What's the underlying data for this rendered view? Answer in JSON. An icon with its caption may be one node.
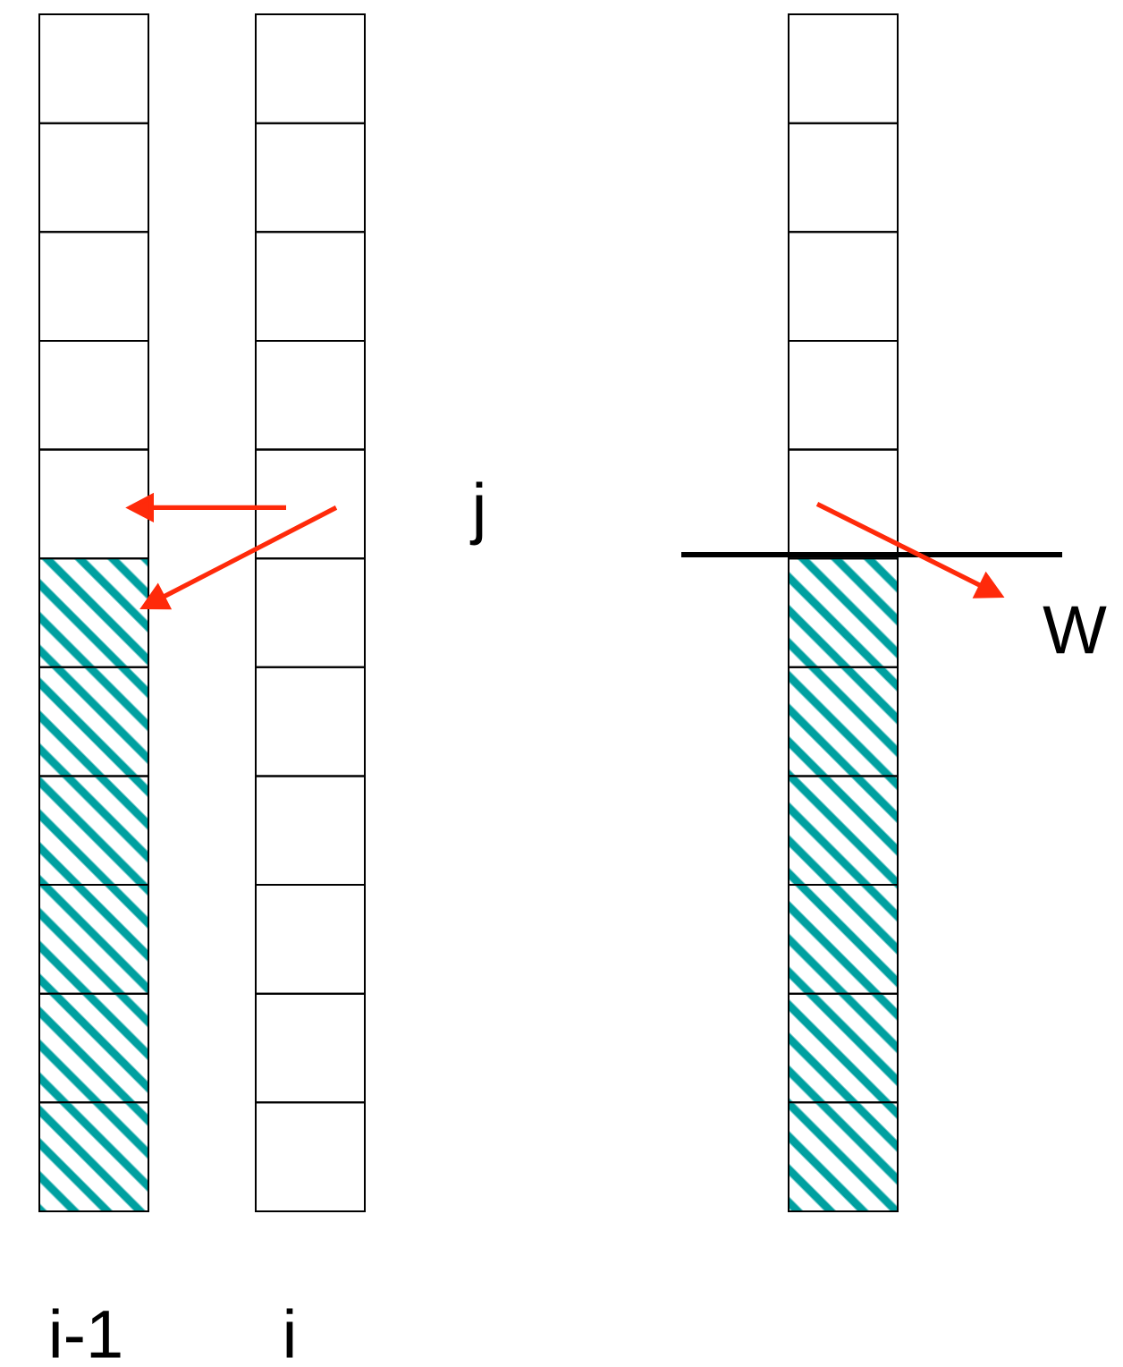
{
  "diagram": {
    "nodes": [
      {
        "text": [],
        "shape": "box"
      },
      {
        "text": [],
        "shape": "box"
      },
      {
        "text": [],
        "shape": "box"
      },
      {
        "text": [],
        "shape": "box"
      },
      {
        "text": [],
        "shape": "box"
      },
      {
        "text": [],
        "shape": "box"
      },
      {
        "text": [],
        "shape": "box"
      },
      {
        "text": [],
        "shape": "box"
      },
      {
        "text": [],
        "shape": "box"
      },
      {
        "text": [],
        "shape": "box"
      },
      {
        "text": [],
        "shape": "box"
      },
      {
        "text": [],
        "shape": "box"
      },
      {
        "text": [],
        "shape": "box"
      },
      {
        "text": [],
        "shape": "box"
      },
      {
        "text": [],
        "shape": "box"
      },
      {
        "text": [],
        "shape": "box"
      },
      {
        "text": [],
        "shape": "box"
      },
      {
        "text": [],
        "shape": "box"
      },
      {
        "text": [],
        "shape": "box"
      },
      {
        "text": [],
        "shape": "box"
      },
      {
        "text": [],
        "shape": "box"
      },
      {
        "text": [],
        "shape": "box"
      },
      {
        "text": [],
        "shape": "box"
      },
      {
        "text": [],
        "shape": "box"
      },
      {
        "text": [],
        "shape": "box"
      },
      {
        "text": [],
        "shape": "box"
      },
      {
        "text": [],
        "shape": "box"
      },
      {
        "text": [],
        "shape": "box"
      },
      {
        "text": [],
        "shape": "box"
      },
      {
        "text": [],
        "shape": "box"
      },
      {
        "text": [],
        "shape": "box"
      },
      {
        "text": [],
        "shape": "box"
      },
      {
        "text": [],
        "shape": "box"
      },
      {
        "text": [
          "W"
        ]
      }
    ],
    "edges": [
      {
        "from": 15,
        "to": 4,
        "arrow": "to"
      },
      {
        "from": 15,
        "to": 5,
        "arrow": "to"
      },
      {
        "from": 26,
        "to": 33,
        "arrow": "to"
      }
    ],
    "labels": [
      "j",
      "i-1",
      "i"
    ]
  }
}
